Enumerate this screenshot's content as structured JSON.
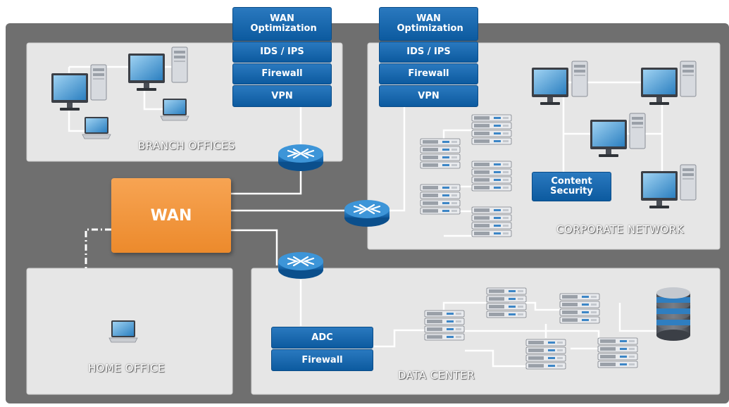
{
  "diagram": {
    "wan_label": "WAN",
    "regions": {
      "branch": "BRANCH OFFICES",
      "corporate": "CORPORATE NETWORK",
      "home": "HOME OFFICE",
      "datacenter": "DATA CENTER"
    },
    "branch_stack": [
      "WAN Optimization",
      "IDS / IPS",
      "Firewall",
      "VPN"
    ],
    "corporate_stack": [
      "WAN Optimization",
      "IDS / IPS",
      "Firewall",
      "VPN"
    ],
    "datacenter_stack": [
      "ADC",
      "Firewall"
    ],
    "content_security": "Content Security",
    "colors": {
      "background": "#6f6f6f",
      "region_panel": "#e6e6e6",
      "security_blue": "#1266ad",
      "wan_orange": "#f29a45",
      "wire": "#ffffff"
    }
  }
}
